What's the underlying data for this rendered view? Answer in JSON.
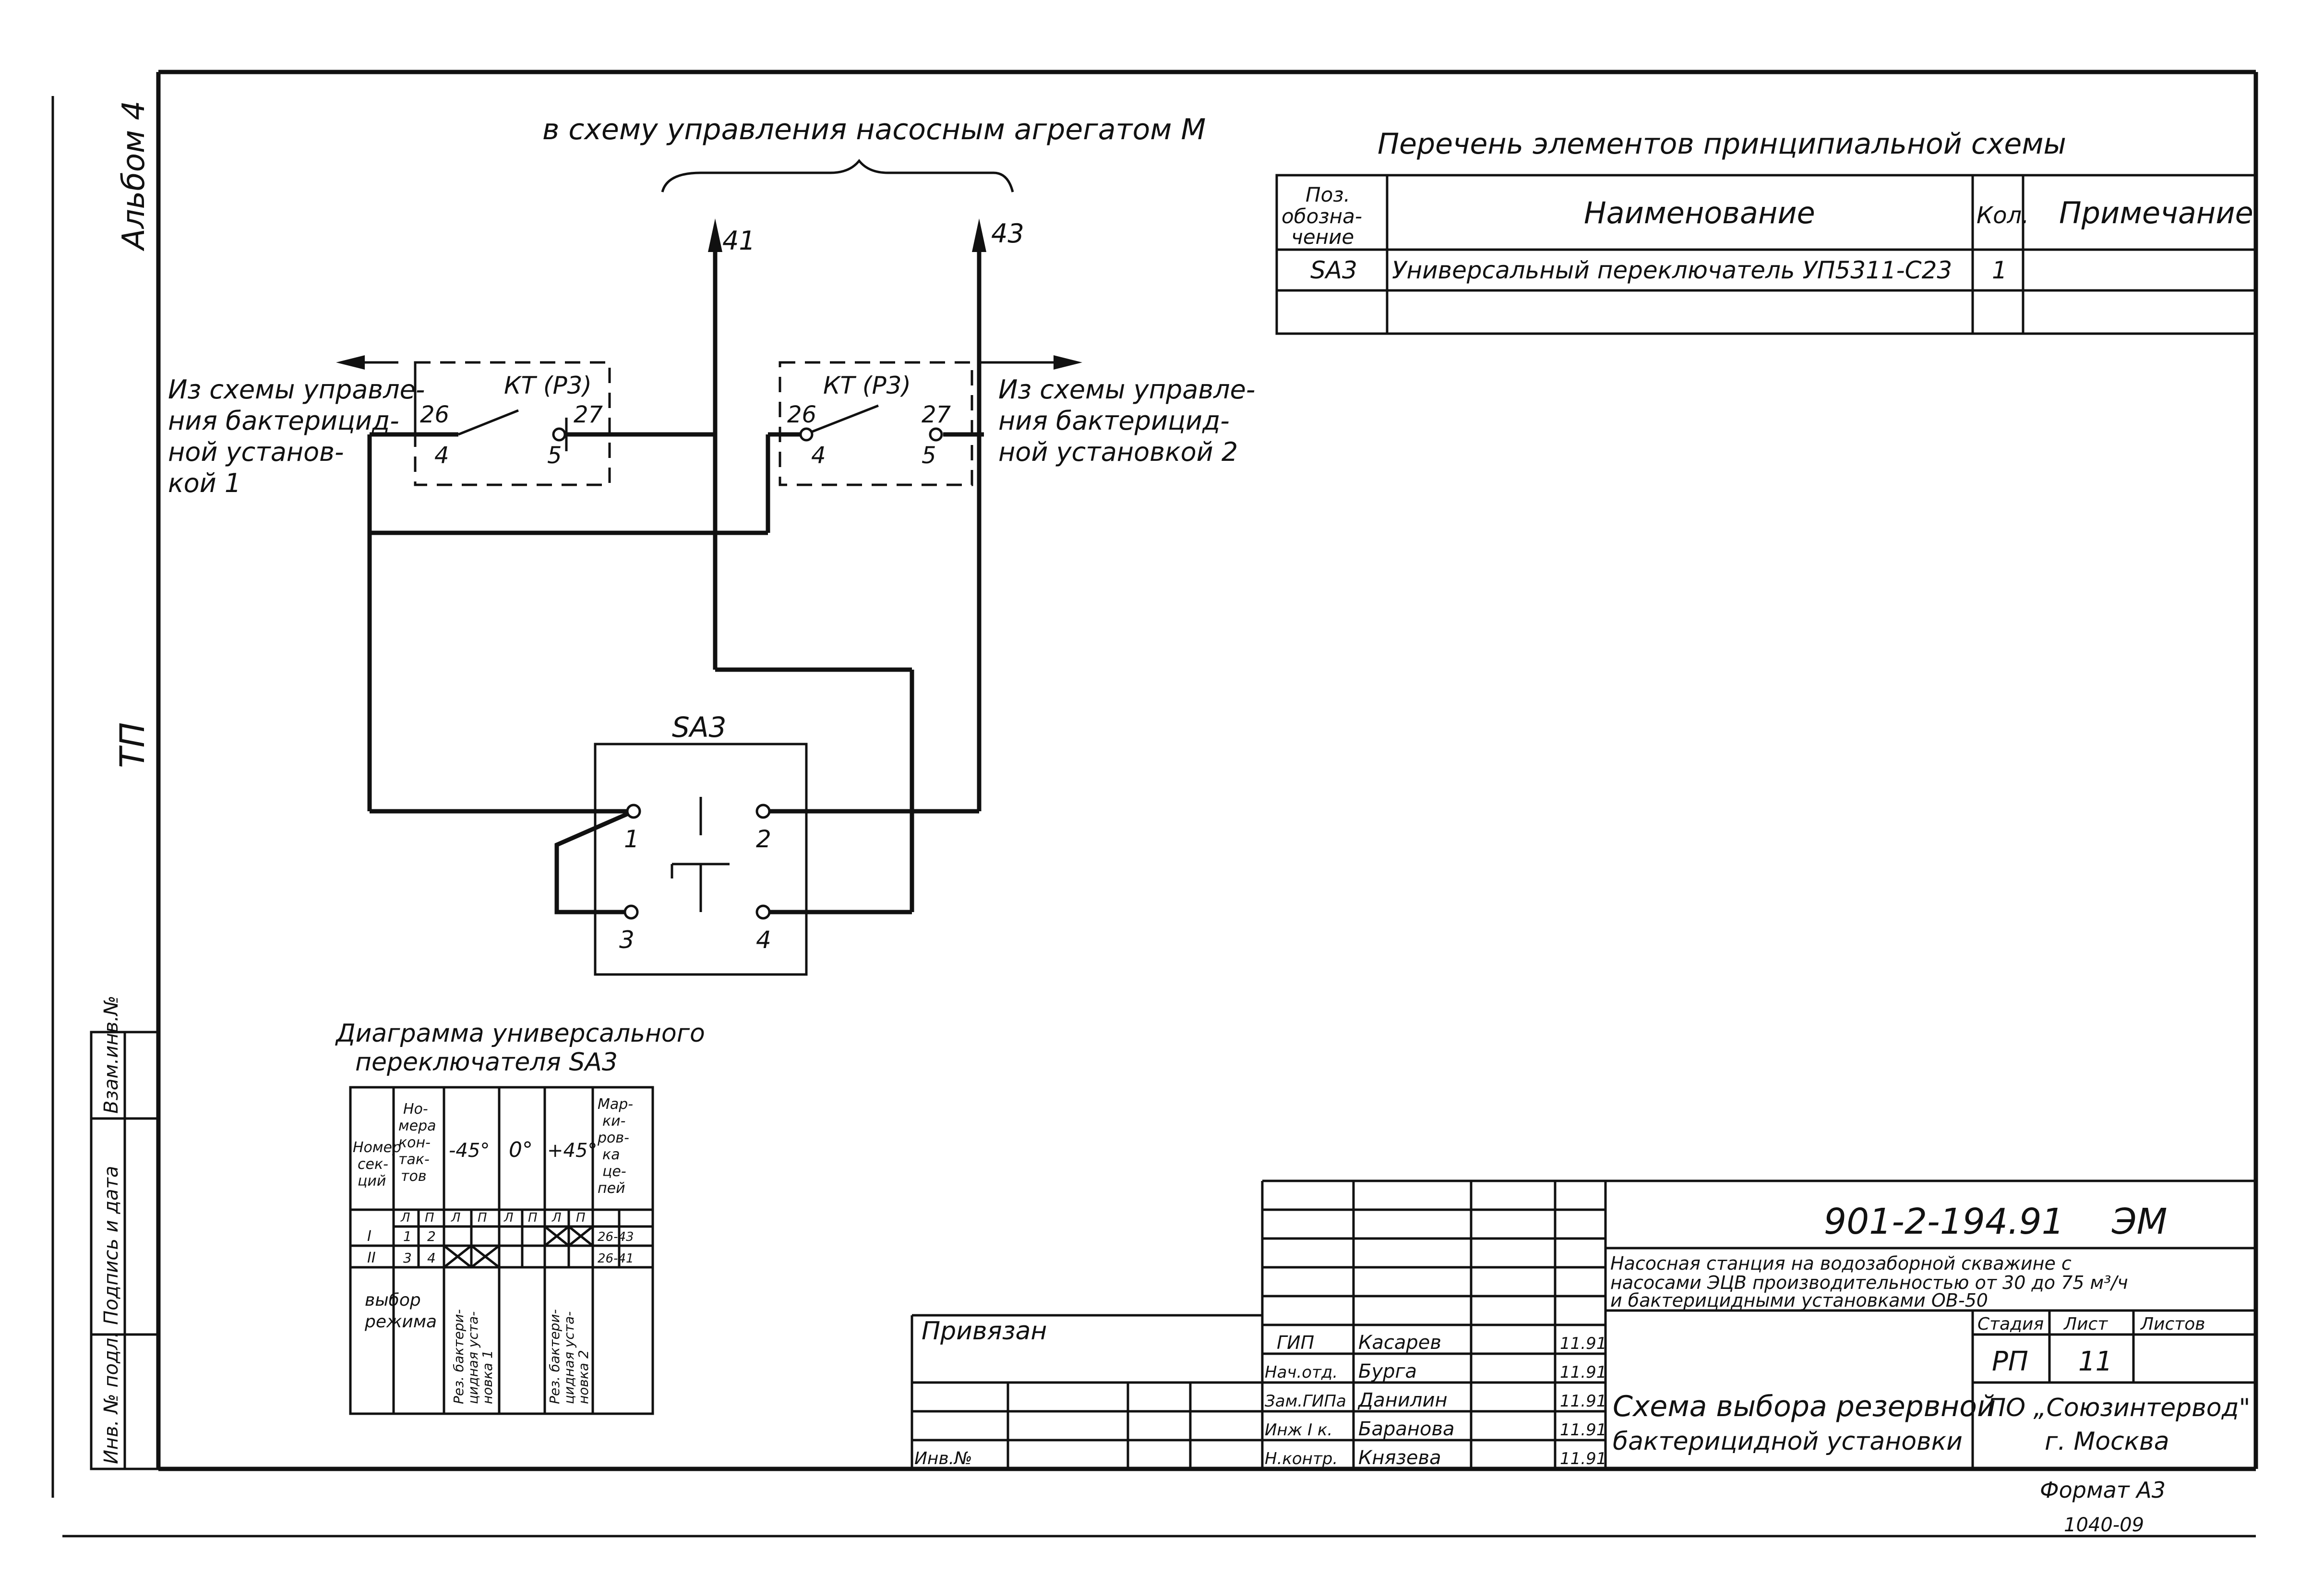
{
  "drawing": {
    "top_caption": "в схему управления насосным агрегатом М",
    "output_41": "41",
    "output_43": "43",
    "left_source": [
      "Из схемы управле-",
      "ния бактерицид-",
      "ной установ-",
      "кой 1"
    ],
    "right_source": [
      "Из схемы управле-",
      "ния бактерицид-",
      "ной установкой 2"
    ],
    "relay_left": {
      "label": "КТ (Р3)",
      "contact_a": "26",
      "contact_b": "27",
      "pin_a": "4",
      "pin_b": "5"
    },
    "relay_right": {
      "label": "КТ (Р3)",
      "contact_a": "26",
      "contact_b": "27",
      "pin_a": "4",
      "pin_b": "5"
    },
    "switch": {
      "label": "SA3",
      "t1": "1",
      "t2": "2",
      "t3": "3",
      "t4": "4"
    }
  },
  "side_margin": {
    "album": "Альбом 4",
    "tp": "ТП",
    "stamp_cells": [
      "Инв. № подл.",
      "Подпись и дата",
      "Взам.инв.№"
    ]
  },
  "element_list": {
    "title": "Перечень элементов принципиальной схемы",
    "headers": {
      "pos": [
        "Поз.",
        "обозна-",
        "чение"
      ],
      "name": "Наименование",
      "qty": "Кол.",
      "note": "Примечание"
    },
    "rows": [
      {
        "pos": "SA3",
        "name": "Универсальный переключатель УП5311-С23",
        "qty": "1",
        "note": ""
      }
    ]
  },
  "switch_diagram": {
    "title": [
      "Диаграмма универсального",
      "переключателя SA3"
    ],
    "col_section": [
      "Номер",
      "сек-",
      "ций"
    ],
    "col_contacts": [
      "Но-",
      "мера",
      "кон-",
      "так-",
      "тов"
    ],
    "col_positions": [
      "-45°",
      "0°",
      "+45°"
    ],
    "col_marking": [
      "Мар-",
      "ки-",
      "ров-",
      "ка",
      "це-",
      "пей"
    ],
    "subheads": [
      "Л",
      "П",
      "Л",
      "П",
      "Л",
      "П",
      "Л",
      "П"
    ],
    "rows": [
      {
        "section": "I",
        "contacts": [
          "1",
          "2"
        ],
        "marking": "26-43"
      },
      {
        "section": "II",
        "contacts": [
          "3",
          "4"
        ],
        "marking": "26-41"
      }
    ],
    "mode_label": [
      "выбор",
      "режима"
    ],
    "mode_left": [
      "Рез. бактери-",
      "цидная уста-",
      "новка 1"
    ],
    "mode_right": [
      "Рез. бактери-",
      "цидная уста-",
      "новка 2"
    ]
  },
  "title_block": {
    "doc_code": "901-2-194.91",
    "doc_suffix": "ЭМ",
    "project": [
      "Насосная станция на водозаборной скважине с",
      "насосами ЭЦВ производительностью от 30 до 75 м³/ч",
      "и бактерицидными установками ОВ-50"
    ],
    "stage_head": "Стадия",
    "sheet_head": "Лист",
    "sheets_head": "Листов",
    "stage": "РП",
    "sheet": "11",
    "sheets": "",
    "bound_label": "Привязан",
    "inv_label": "Инв.№",
    "roles": [
      "ГИП",
      "Нач.отд.",
      "Зам.ГИПа",
      "Инж I к.",
      "Н.контр."
    ],
    "names": [
      "Касарев",
      "Бурга",
      "Данилин",
      "Баранова",
      "Князева"
    ],
    "dates": [
      "11.91",
      "11.91",
      "11.91",
      "11.91",
      "11.91"
    ],
    "drawing_title": [
      "Схема выбора резервной",
      "бактерицидной установки"
    ],
    "organization": [
      "ПО „Союзинтервод\"",
      "г. Москва"
    ],
    "format": "Формат А3",
    "stamp_number": "1040-09"
  }
}
